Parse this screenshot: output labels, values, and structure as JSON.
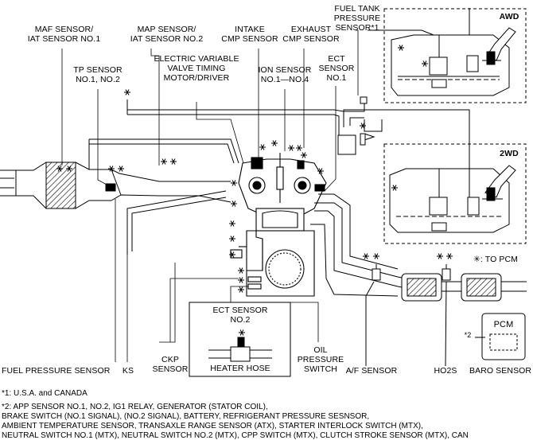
{
  "labels": {
    "maf_sensor": [
      "MAF SENSOR/",
      "IAT SENSOR NO.1"
    ],
    "map_sensor": [
      "MAP SENSOR/",
      "IAT SENSOR NO.2"
    ],
    "intake_cmp": [
      "INTAKE",
      "CMP SENSOR"
    ],
    "exhaust_cmp": [
      "EXHAUST",
      "CMP SENSOR"
    ],
    "fuel_tank_pressure": [
      "FUEL TANK",
      "PRESSURE",
      "SENSOR*1"
    ],
    "awd": "AWD",
    "twowd": "2WD",
    "tp_sensor": [
      "TP SENSOR",
      "NO.1, NO.2"
    ],
    "evvt": [
      "ELECTRIC VARIABLE",
      "VALVE TIMING",
      "MOTOR/DRIVER"
    ],
    "ion_sensor": [
      "ION SENSOR",
      "NO.1—NO.4"
    ],
    "ect_sensor_1": [
      "ECT",
      "SENSOR",
      "NO.1"
    ],
    "to_pcm": "✳: TO PCM",
    "ect_sensor_2": [
      "ECT SENSOR",
      "NO.2"
    ],
    "heater_hose": "HEATER HOSE",
    "pcm": "PCM",
    "pcm_ref": "*2",
    "fuel_pressure_sensor": "FUEL PRESSURE SENSOR",
    "ks": "KS",
    "ckp": [
      "CKP",
      "SENSOR"
    ],
    "oil_pressure": [
      "OIL",
      "PRESSURE",
      "SWITCH"
    ],
    "af_sensor": "A/F SENSOR",
    "ho2s": "HO2S",
    "baro_sensor": "BARO SENSOR"
  },
  "footnotes": [
    "*1: U.S.A. and CANADA",
    "*2: APP SENSOR NO.1, NO.2, IG1 RELAY, GENERATOR (STATOR COIL),",
    "BRAKE SWITCH (NO.1 SIGNAL), (NO.2 SIGNAL), BATTERY, REFRIGERANT PRESSURE SESNSOR,",
    "AMBIENT TEMPERATURE SENSOR, TRANSAXLE RANGE SENSOR (ATX), STARTER INTERLOCK SWITCH (MTX),",
    "NEUTRAL SWITCH NO.1 (MTX), NEUTRAL SWITCH NO.2 (MTX), CPP SWITCH (MTX), CLUTCH STROKE SENSOR (MTX), CAN"
  ]
}
